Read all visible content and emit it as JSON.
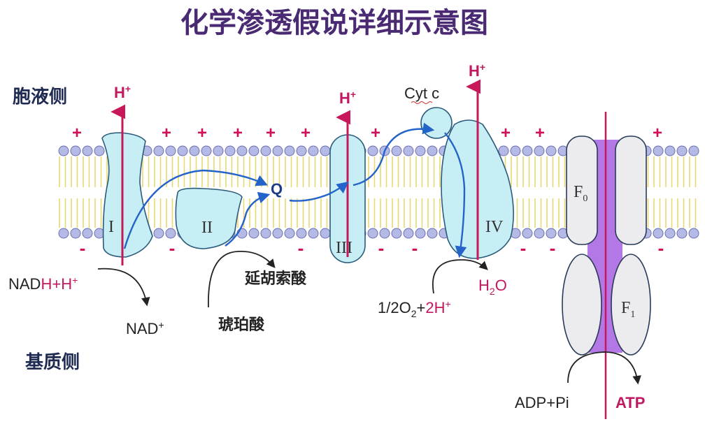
{
  "title": "化学渗透假说详细示意图",
  "sides": {
    "top": "胞液侧",
    "bottom": "基质侧"
  },
  "proton": {
    "base": "H",
    "charge": "+"
  },
  "charges": {
    "plus": "+",
    "minus": "-"
  },
  "complexes": {
    "I": "I",
    "II": "II",
    "III": "III",
    "IV": "IV"
  },
  "carriers": {
    "q": "Q",
    "cytc": "Cyt c"
  },
  "atp_synthase": {
    "f0": "F",
    "f0_sub": "0",
    "f1": "F",
    "f1_sub": "1"
  },
  "substrates": {
    "nadh_prefix": "NAD",
    "nadh_h": "H+",
    "nadh_proton": "H",
    "nadh_proton_charge": "+",
    "nad_plus": "NAD",
    "nad_plus_charge": "+",
    "fumarate": "延胡索酸",
    "succinate": "琥珀酸",
    "oxygen_half": "1/2O",
    "oxygen_sub": "2",
    "oxygen_plus": "+",
    "two_h": "2H",
    "two_h_charge": "+",
    "water_h": "H",
    "water_sub": "2",
    "water_o": "O",
    "adp_pi": "ADP+Pi",
    "atp": "ATP"
  },
  "colors": {
    "proton_red": "#c8185a",
    "protein_fill": "#c6eef4",
    "electron_arrow": "#2463c9",
    "lipid_head": "#b5b9e6",
    "lipid_tail": "#e8d873",
    "proton_channel": "#b377e6"
  }
}
